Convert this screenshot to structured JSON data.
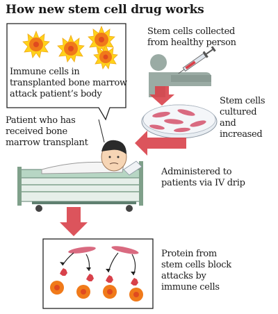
{
  "title": "How new stem cell drug works",
  "captions": {
    "immune_attack": [
      "Immune cells in",
      "transplanted bone marrow",
      "attack patient’s body"
    ],
    "stem_cells_collected": [
      "Stem cells collected",
      "from healthy person"
    ],
    "stem_cells_cultured": [
      "Stem cells",
      "cultured",
      "and",
      "increased"
    ],
    "patient": [
      "Patient who has",
      "received bone",
      "marrow transplant"
    ],
    "administered": [
      "Administered to",
      "patients via IV drip"
    ],
    "protein": [
      "Protein from",
      "stem cells block",
      "attacks by",
      "immune cells"
    ]
  },
  "colors": {
    "arrow_red": "#d8414a",
    "immune_orange": "#f07a1a",
    "immune_yellow": "#ffd21a",
    "person_gray": "#9aaba4",
    "stem_cell_pink": "#d96a80",
    "bed_green": "#7fa08a"
  }
}
